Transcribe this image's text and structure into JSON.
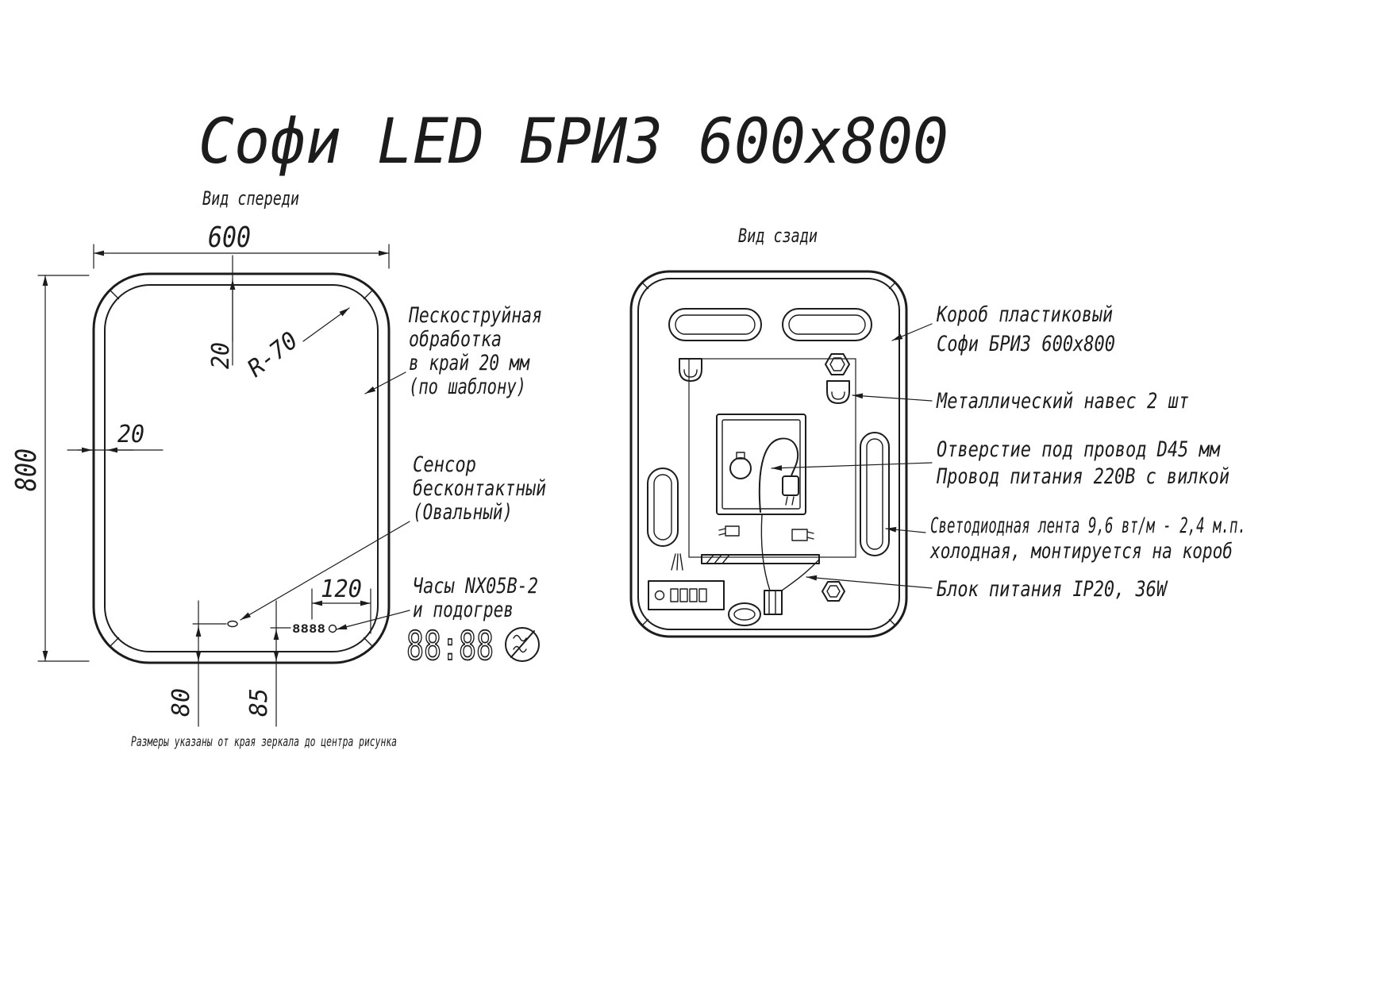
{
  "meta": {
    "ink_color": "#1c1c1c",
    "background_color": "#ffffff"
  },
  "title": "Софи LED БРИЗ 600х800",
  "front": {
    "view_label": "Вид спереди",
    "dims": {
      "width": "600",
      "height": "800",
      "pattern_inset_top": "20",
      "pattern_inset_left": "20",
      "corner_radius": "R-70",
      "clock_span": "120",
      "sensor_to_edge": "80",
      "clock_to_edge": "85"
    },
    "callouts": {
      "sandblast": [
        "Пескоструйная",
        "обработка",
        "в край 20 мм",
        "(по шаблону)"
      ],
      "sensor": [
        "Сенсор",
        "бесконтактный",
        "(Овальный)"
      ],
      "clock": [
        "Часы NX05B-2",
        "и подогрев"
      ]
    },
    "mini_display": "8888",
    "clock_display": "88:88",
    "footnote": "Размеры указаны от края зеркала до центра рисунка"
  },
  "back": {
    "view_label": "Вид сзади",
    "callouts": {
      "box": [
        "Короб пластиковый",
        "Софи БРИЗ 600х800"
      ],
      "hangers": "Металлический навес 2 шт",
      "cord": [
        "Отверстие под провод D45 мм",
        "Провод питания 220В с вилкой"
      ],
      "led": [
        "Светодиодная лента 9,6 вт/м - 2,4 м.п.",
        "холодная, монтируется на короб"
      ],
      "psu": "Блок питания IP20, 36W"
    }
  }
}
